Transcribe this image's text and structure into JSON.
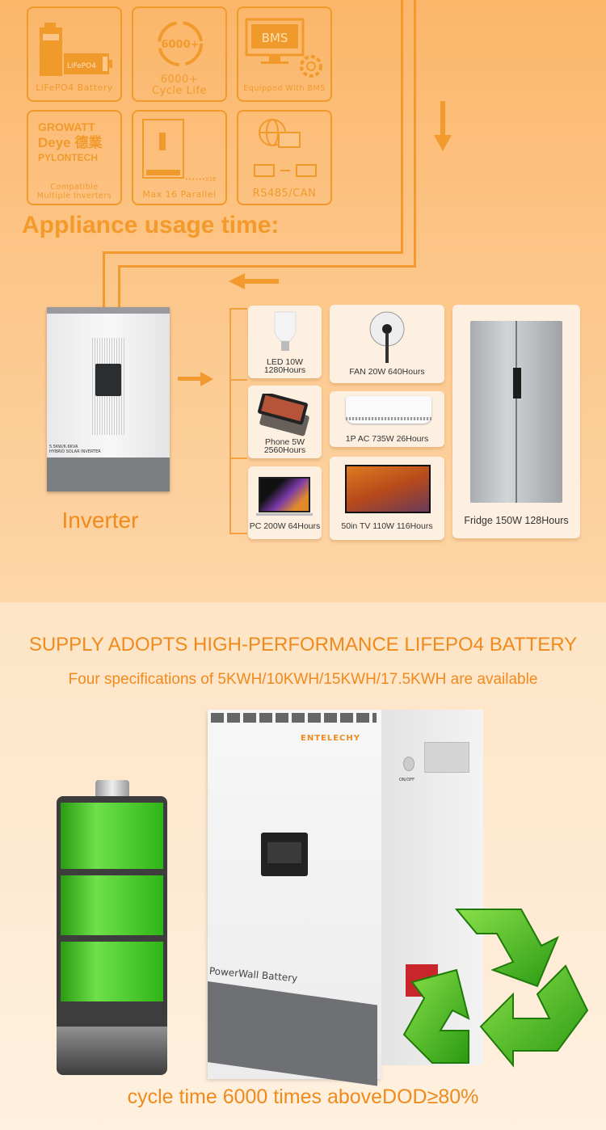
{
  "features": [
    {
      "label": "LiFePO4 Battery",
      "icon_text": "LiFePO4",
      "icon": "battery-icon"
    },
    {
      "label": "6000+\nCycle Life",
      "icon_text": "6000+",
      "icon": "cycle-icon"
    },
    {
      "label": "Equipped With BMS",
      "icon_text": "BMS",
      "icon": "bms-monitor-icon"
    },
    {
      "label": "Compatible\nMultiple Inverters",
      "brands": [
        "GROWATT",
        "Deye 德業",
        "PYLONTECH"
      ],
      "icon": "brand-logos"
    },
    {
      "label": "Max 16 Parallel",
      "icon_text": "••••••X16",
      "icon": "parallel-icon"
    },
    {
      "label": "RS485/CAN",
      "icon": "network-icon"
    }
  ],
  "appliance_heading": "Appliance usage time:",
  "inverter": {
    "label": "Inverter",
    "model": "5.5KW/6.6KVA",
    "type": "HYBRID SOLAR INVERTER"
  },
  "appliances": [
    {
      "name": "LED 10W",
      "hours": "1280Hours"
    },
    {
      "name": "FAN 20W 640Hours"
    },
    {
      "name": "Phone 5W",
      "hours": "2560Hours"
    },
    {
      "name": "1P AC 735W 26Hours"
    },
    {
      "name": "PC 200W 64Hours"
    },
    {
      "name": "50in TV 110W 116Hours"
    },
    {
      "name": "Fridge 150W 128Hours"
    }
  ],
  "section2": {
    "title": "SUPPLY ADOPTS HIGH-PERFORMANCE LIFEPO4 BATTERY",
    "subtitle": "Four specifications of 5KWH/10KWH/15KWH/17.5KWH are available",
    "brand": "ENTELECHY",
    "switch_label": "ON/OFF",
    "product_label": "PowerWall Battery",
    "footer": "cycle time 6000 times aboveDOD≥80%"
  },
  "colors": {
    "accent": "#f08a1c",
    "line": "#f29a2e",
    "green": "#3ec21c"
  }
}
